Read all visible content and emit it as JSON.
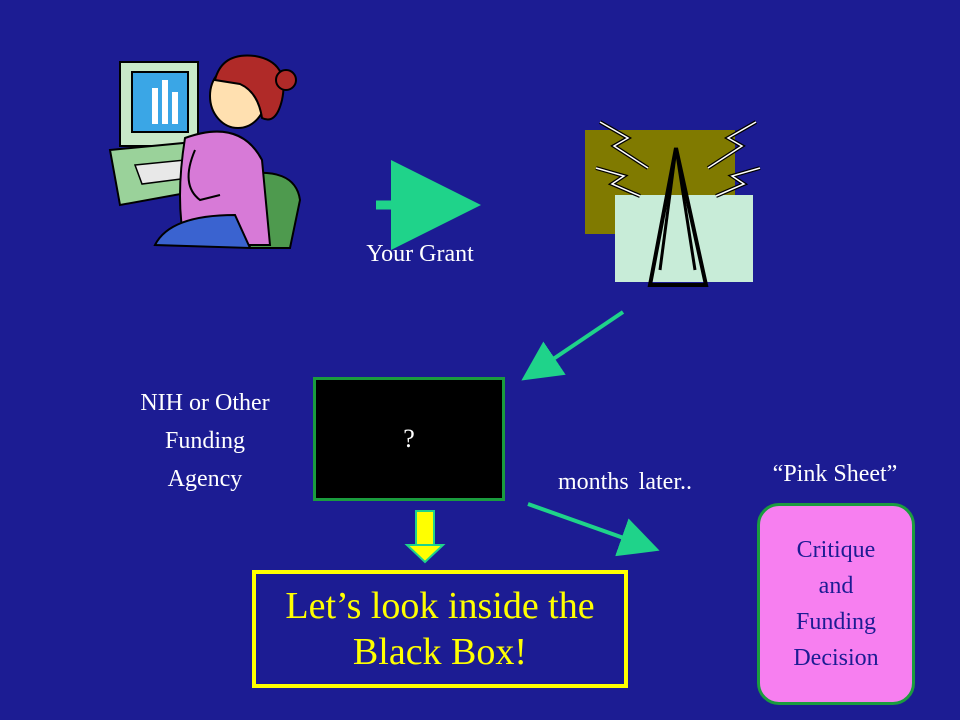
{
  "labels": {
    "your_grant": "Your Grant",
    "agency_lines": [
      "NIH or Other",
      "Funding",
      "Agency"
    ],
    "black_box": "?",
    "months_later": "months later..",
    "pink_sheet": "“Pink Sheet”",
    "critique_lines": [
      "Critique",
      "and",
      "Funding",
      "Decision"
    ],
    "inside_lines": [
      "Let’s look inside the",
      "Black Box!"
    ]
  },
  "icons": {
    "applicant": "woman-at-computer-icon",
    "broadcast": "radio-tower-icon"
  },
  "colors": {
    "background": "#1c1c93",
    "arrow_green": "#1fd38a",
    "box_border": "#1a9c3e",
    "highlight_yellow": "#ffff00",
    "pink": "#f77ff0"
  }
}
